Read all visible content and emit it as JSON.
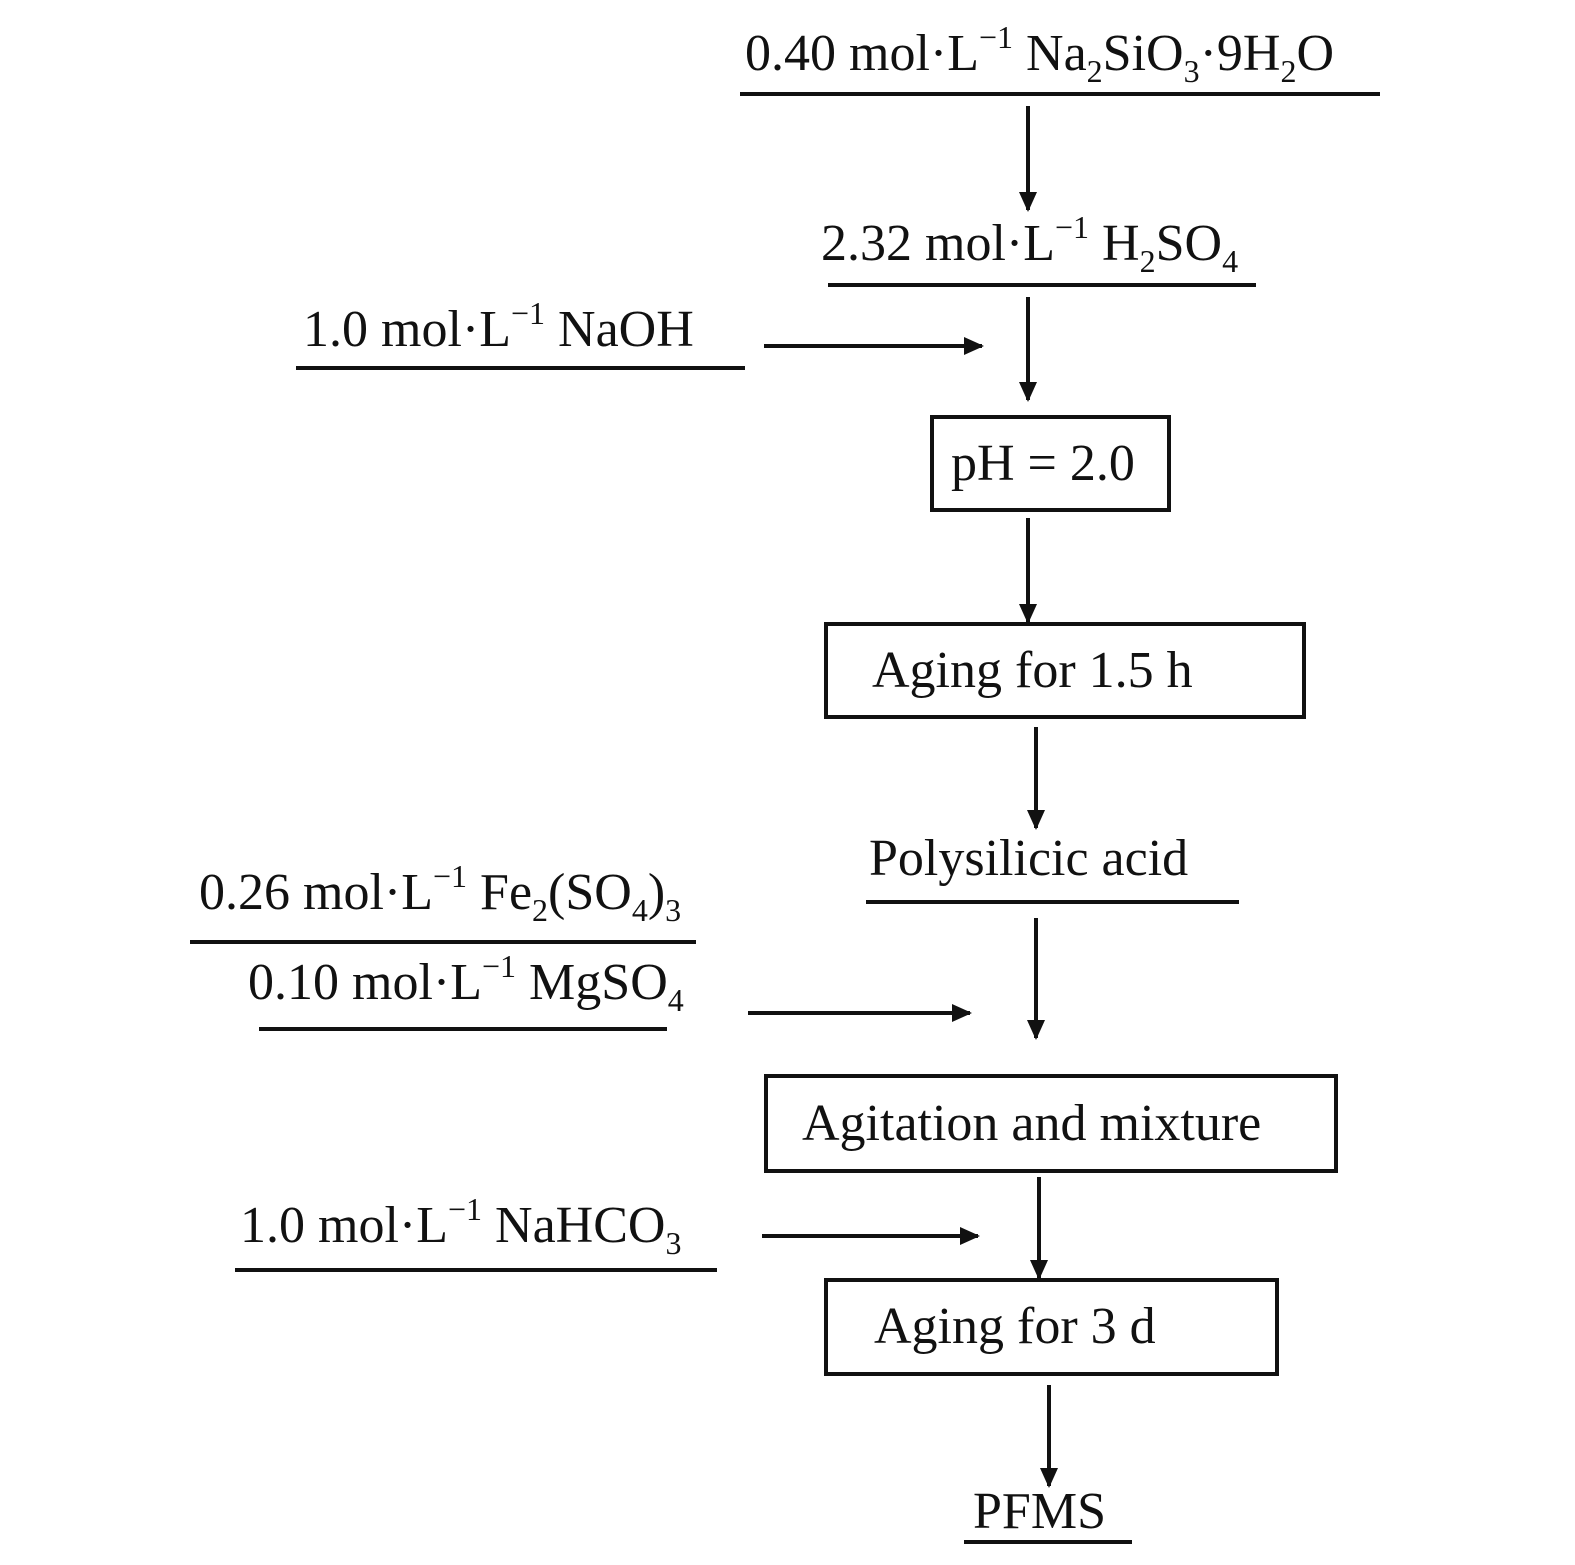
{
  "nodes": {
    "na2sio3": {
      "conc": "0.40 mol·L",
      "exp": "−1",
      "parts": [
        {
          "t": " Na"
        },
        {
          "sub": "2"
        },
        {
          "t": "SiO"
        },
        {
          "sub": "3"
        },
        {
          "t": "·9H"
        },
        {
          "sub": "2"
        },
        {
          "t": "O"
        }
      ]
    },
    "h2so4": {
      "conc": "2.32 mol·L",
      "exp": "−1",
      "parts": [
        {
          "t": " H"
        },
        {
          "sub": "2"
        },
        {
          "t": "SO"
        },
        {
          "sub": "4"
        }
      ]
    },
    "naoh": {
      "conc": "1.0 mol·L",
      "exp": "−1",
      "parts": [
        {
          "t": " NaOH"
        }
      ]
    },
    "ph": {
      "label": "pH = 2.0"
    },
    "aging1": {
      "label": "Aging for 1.5 h"
    },
    "polysilicic": {
      "label": "Polysilicic acid"
    },
    "fe2so43": {
      "conc": "0.26 mol·L",
      "exp": "−1",
      "parts": [
        {
          "t": " Fe"
        },
        {
          "sub": "2"
        },
        {
          "t": "(SO"
        },
        {
          "sub": "4"
        },
        {
          "t": ")"
        },
        {
          "sub": "3"
        }
      ]
    },
    "mgso4": {
      "conc": "0.10 mol·L",
      "exp": "−1",
      "parts": [
        {
          "t": " MgSO"
        },
        {
          "sub": "4"
        }
      ]
    },
    "agitation": {
      "label": "Agitation and mixture"
    },
    "nahco3": {
      "conc": "1.0 mol·L",
      "exp": "−1",
      "parts": [
        {
          "t": " NaHCO"
        },
        {
          "sub": "3"
        }
      ]
    },
    "aging2": {
      "label": "Aging for 3 d"
    },
    "pfms": {
      "label": "PFMS"
    }
  }
}
